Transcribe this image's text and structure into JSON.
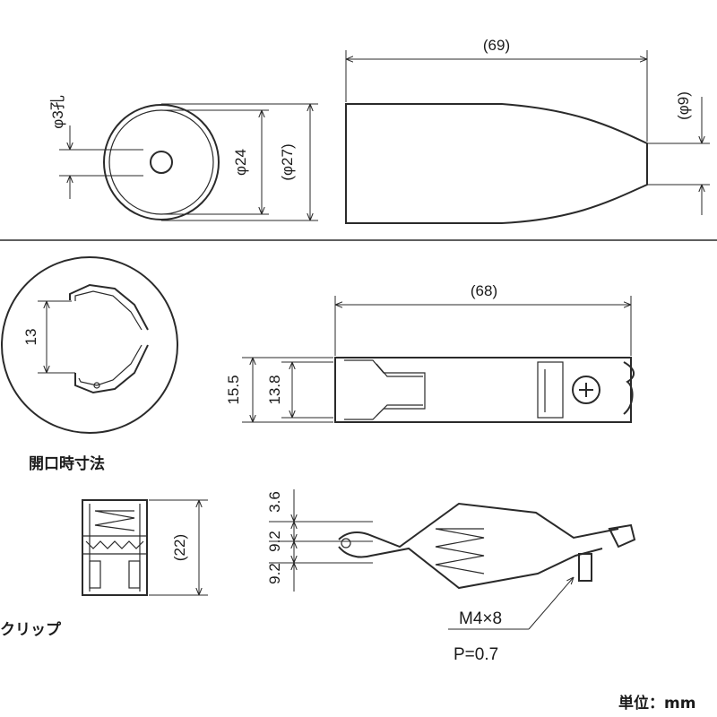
{
  "top_front_view": {
    "hole_dia": "φ3孔",
    "inner_dia": "φ24",
    "outer_dia": "(φ27)"
  },
  "top_side_view": {
    "length": "(69)",
    "tip_dia": "(φ9)"
  },
  "opening_view": {
    "opening": "13",
    "caption": "開口時寸法"
  },
  "clip_side_view": {
    "length": "(68)",
    "height_outer": "15.5",
    "height_inner": "13.8"
  },
  "clip_front_view": {
    "height": "(22)",
    "caption": "クリップ"
  },
  "clip_open_view": {
    "dim_top": "3.6",
    "dim_mid": "9.2",
    "dim_bottom": "9.2",
    "screw": "M4×8",
    "pitch": "P=0.7"
  },
  "unit_label": "単位：mm"
}
